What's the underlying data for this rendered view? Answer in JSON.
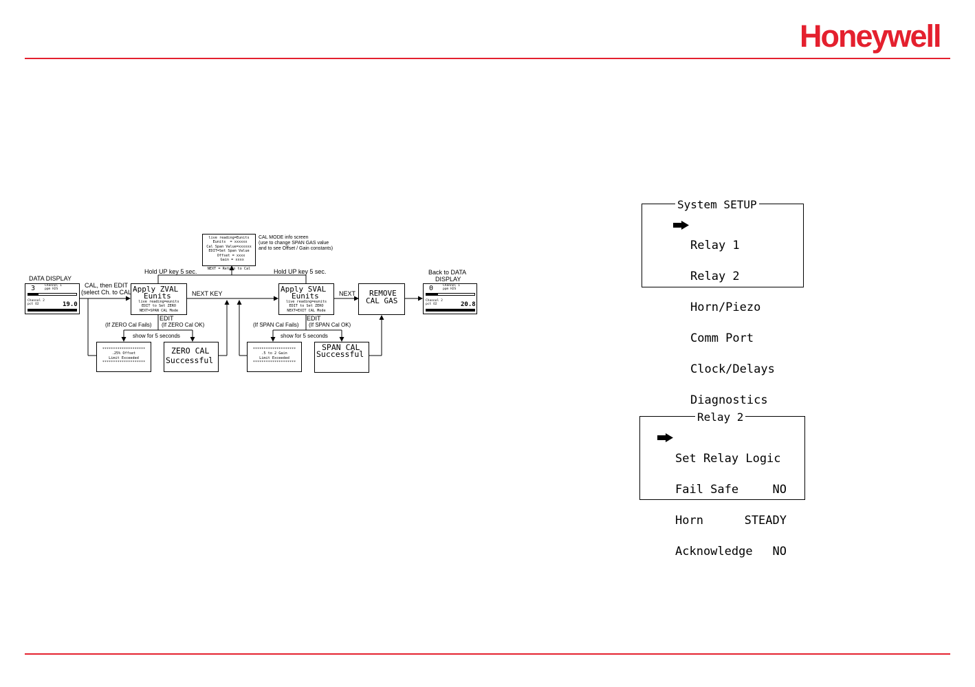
{
  "brand": {
    "logo_text": "Honeywell",
    "color": "#e4202e"
  },
  "flow": {
    "data_display_label": "DATA DISPLAY",
    "cal_then_edit": "CAL, then EDIT",
    "select_ch": "(select Ch. to CAL)",
    "hold_up_1": "Hold UP key 5 sec.",
    "hold_up_2": "Hold UP key 5 sec.",
    "next_key": "NEXT KEY",
    "next": "NEXT",
    "back_to_1": "Back to DATA",
    "back_to_2": "DISPLAY",
    "edit_1": "EDIT",
    "edit_2": "EDIT",
    "zero_fail": "(If ZERO Cal Fails)",
    "zero_ok": "(If ZERO Cal OK)",
    "span_fail": "(If SPAN Cal Fails)",
    "span_ok": "(If SPAN Cal OK)",
    "show5_1": "show for 5 seconds",
    "show5_2": "show for 5 seconds",
    "info_note_1": "CAL MODE info screen",
    "info_note_2": "(use to change SPAN GAS value",
    "info_note_3": "and to see Offset / Gain constants)",
    "info_screen": "live reading=Eunits\n Eunits  = xxxxxx\nCal Span Value=xxxxxx\nEDIT=Set Span Value\n  Offset = xxxx\n   Gain = xxxx\n\nNEXT = Return to Cal",
    "zval_l1": "Apply ZVAL",
    "zval_l2": "Eunits",
    "zval_small": "live reading=eunits\nEDIT to Set ZERO\nNEXT=SPAN CAL Mode",
    "sval_l1": "Apply SVAL",
    "sval_l2": "Eunits",
    "sval_small": "live reading=eunits\nEDIT to Set ZERO\nNEXT=EXIT CAL Mode",
    "remove_l1": "REMOVE",
    "remove_l2": "CAL GAS",
    "zero_fail_screen": "********************\n.25% Offset\nLimit Exceeded\n********************",
    "zero_ok_l1": "ZERO CAL",
    "zero_ok_l2": "Successful",
    "span_fail_screen": "********************\n.5 to 2 Gain\nLimit Exceeded\n********************",
    "span_ok_l1": "SPAN CAL",
    "span_ok_l2": "Successful",
    "dd1": {
      "num": "3",
      "ch1": "Channel 1",
      "ch1_sub": "ppm H2S",
      "ch2": "Channel 2",
      "ch2_sub": "pct O2",
      "val": "19.0"
    },
    "dd2": {
      "num": "0",
      "ch1": "Channel 1",
      "ch1_sub": "ppm H2S",
      "ch2": "Channel 2",
      "ch2_sub": "pct O2",
      "val": "20.8"
    }
  },
  "system_setup": {
    "title": "System SETUP",
    "items": [
      "Relay 1",
      "Relay 2",
      "Horn/Piezo",
      "Comm Port",
      "Clock/Delays",
      "Diagnostics"
    ]
  },
  "relay2": {
    "title": "Relay 2",
    "items": [
      {
        "label": "Set Relay Logic",
        "value": ""
      },
      {
        "label": "Fail Safe",
        "value": "NO"
      },
      {
        "label": "Horn",
        "value": "STEADY"
      },
      {
        "label": "Acknowledge",
        "value": "NO"
      }
    ]
  }
}
